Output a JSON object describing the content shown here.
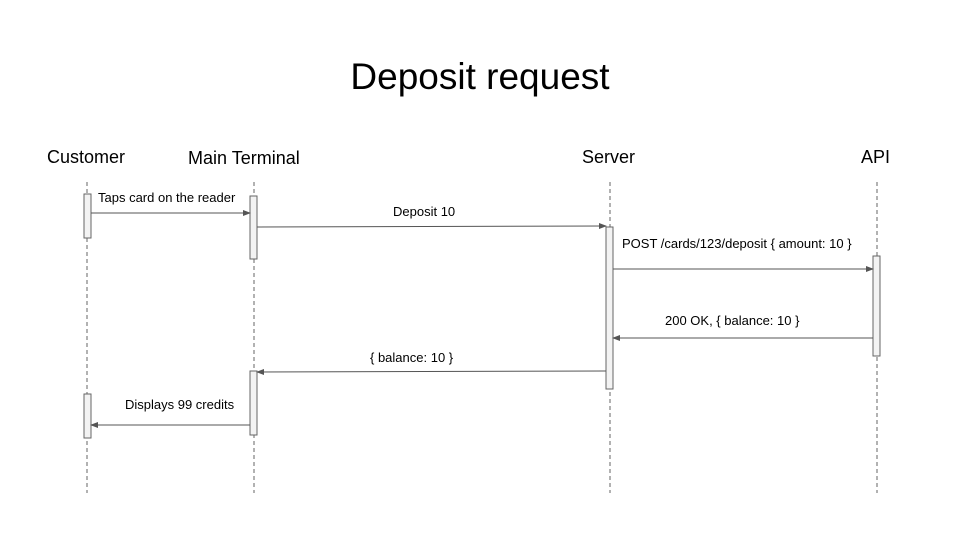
{
  "title": "Deposit request",
  "participants": [
    {
      "id": "customer",
      "label": "Customer"
    },
    {
      "id": "terminal",
      "label": "Main Terminal"
    },
    {
      "id": "server",
      "label": "Server"
    },
    {
      "id": "api",
      "label": "API"
    }
  ],
  "messages": [
    {
      "from": "customer",
      "to": "terminal",
      "label": "Taps card on the reader"
    },
    {
      "from": "terminal",
      "to": "server",
      "label": "Deposit 10"
    },
    {
      "from": "server",
      "to": "api",
      "label": "POST /cards/123/deposit { amount: 10 }"
    },
    {
      "from": "api",
      "to": "server",
      "label": "200 OK, { balance: 10 }"
    },
    {
      "from": "server",
      "to": "terminal",
      "label": "{ balance: 10 }"
    },
    {
      "from": "terminal",
      "to": "customer",
      "label": "Displays 99 credits"
    }
  ]
}
